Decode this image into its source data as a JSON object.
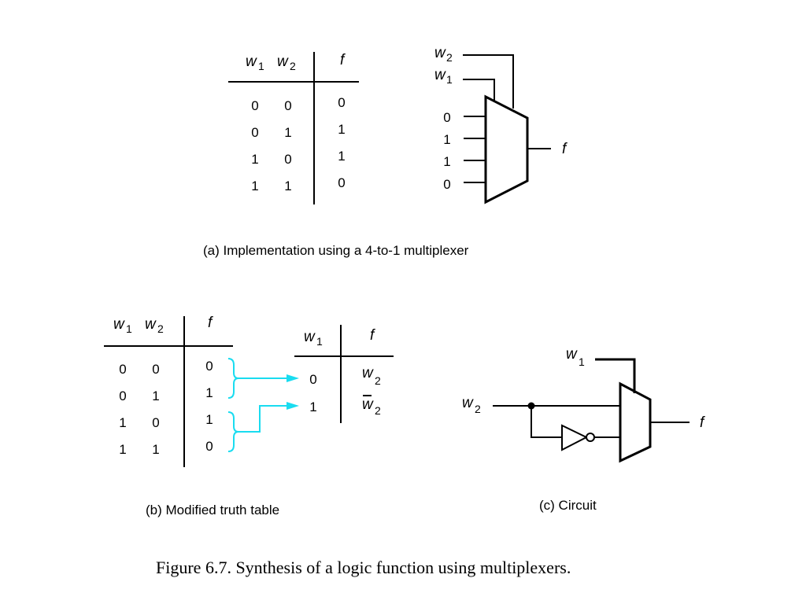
{
  "labels": {
    "w": "w",
    "f": "f",
    "sub1": "1",
    "sub2": "2"
  },
  "table_a": {
    "rows": [
      {
        "w1": "0",
        "w2": "0",
        "f": "0"
      },
      {
        "w1": "0",
        "w2": "1",
        "f": "1"
      },
      {
        "w1": "1",
        "w2": "0",
        "f": "1"
      },
      {
        "w1": "1",
        "w2": "1",
        "f": "0"
      }
    ]
  },
  "mux_a": {
    "inputs": [
      "0",
      "1",
      "1",
      "0"
    ]
  },
  "table_b": {
    "rows": [
      {
        "w1": "0",
        "w2": "0",
        "f": "0"
      },
      {
        "w1": "0",
        "w2": "1",
        "f": "1"
      },
      {
        "w1": "1",
        "w2": "0",
        "f": "1"
      },
      {
        "w1": "1",
        "w2": "1",
        "f": "0"
      }
    ]
  },
  "table_b2": {
    "rows": [
      {
        "w1": "0",
        "f_var": "w",
        "f_sub": "2",
        "negated": false
      },
      {
        "w1": "1",
        "f_var": "w",
        "f_sub": "2",
        "negated": true
      }
    ]
  },
  "captions": {
    "a": "(a) Implementation using a 4-to-1 multiplexer",
    "b": "(b) Modified truth table",
    "c": "(c) Circuit",
    "figure": "Figure 6.7.  Synthesis of a logic function using multiplexers."
  },
  "colors": {
    "arrow": "#19dcf0",
    "line": "#000000"
  }
}
